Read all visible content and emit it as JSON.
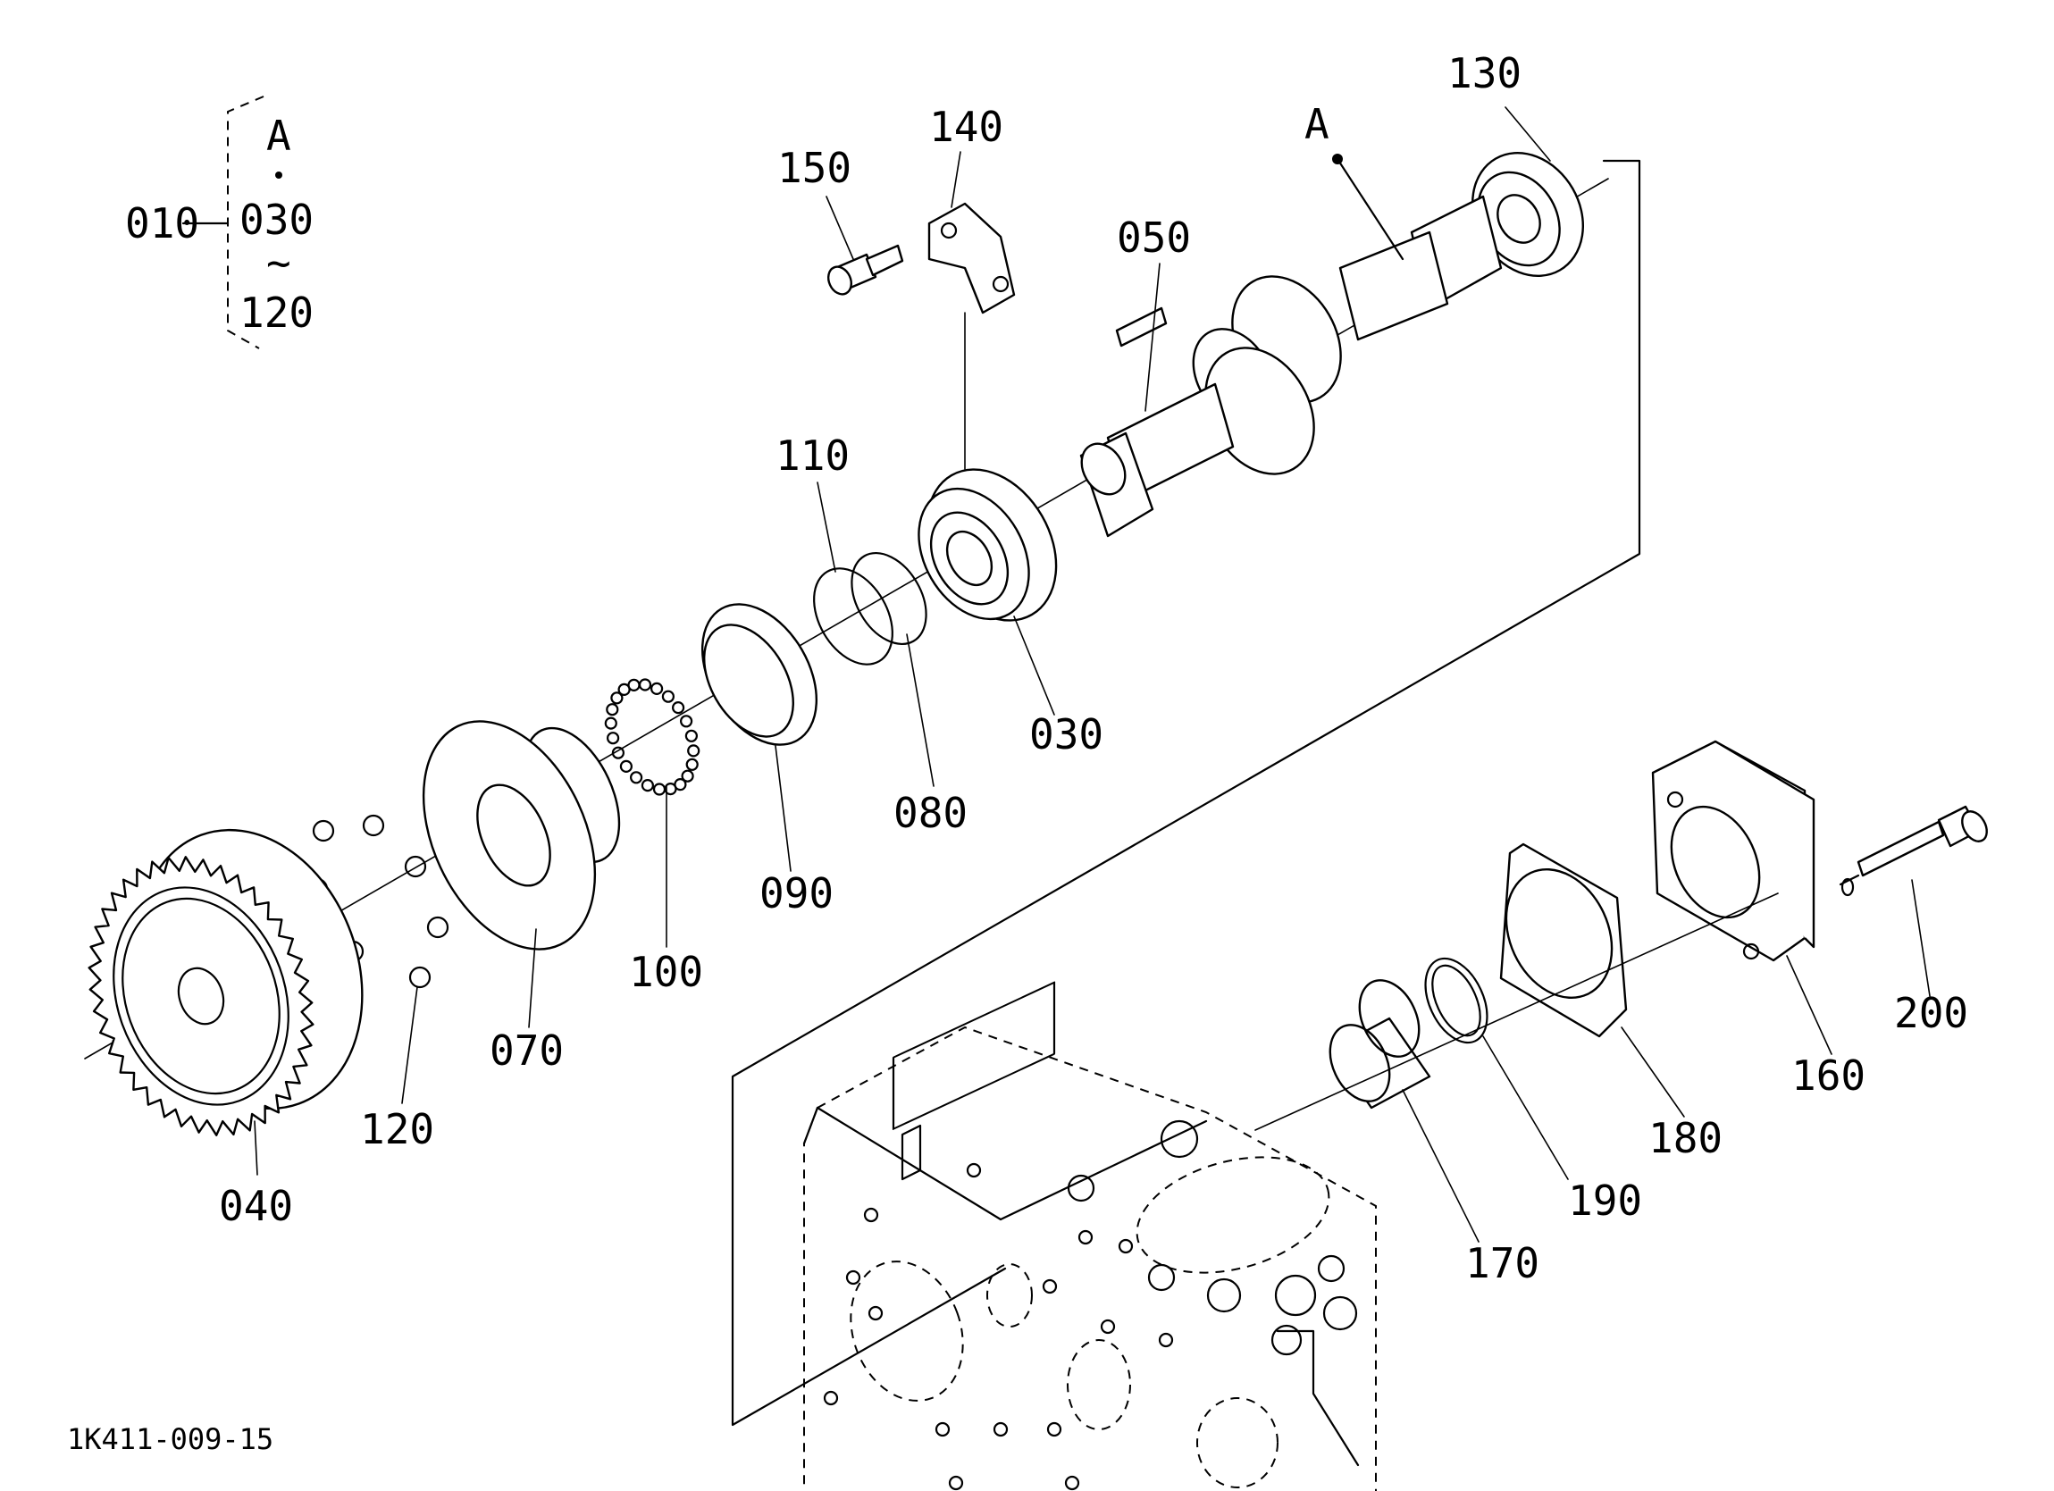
{
  "drawing_number": "1K411-009-15",
  "assembly_note": {
    "parent": "010",
    "ref": "A",
    "range_start": "030",
    "range_sep": "~",
    "range_end": "120"
  },
  "ref_point": "A",
  "callouts": {
    "p030": "030",
    "p040": "040",
    "p050": "050",
    "p070": "070",
    "p080": "080",
    "p090": "090",
    "p100": "100",
    "p110": "110",
    "p120": "120",
    "p130": "130",
    "p140": "140",
    "p150": "150",
    "p160": "160",
    "p170": "170",
    "p180": "180",
    "p190": "190",
    "p200": "200"
  }
}
